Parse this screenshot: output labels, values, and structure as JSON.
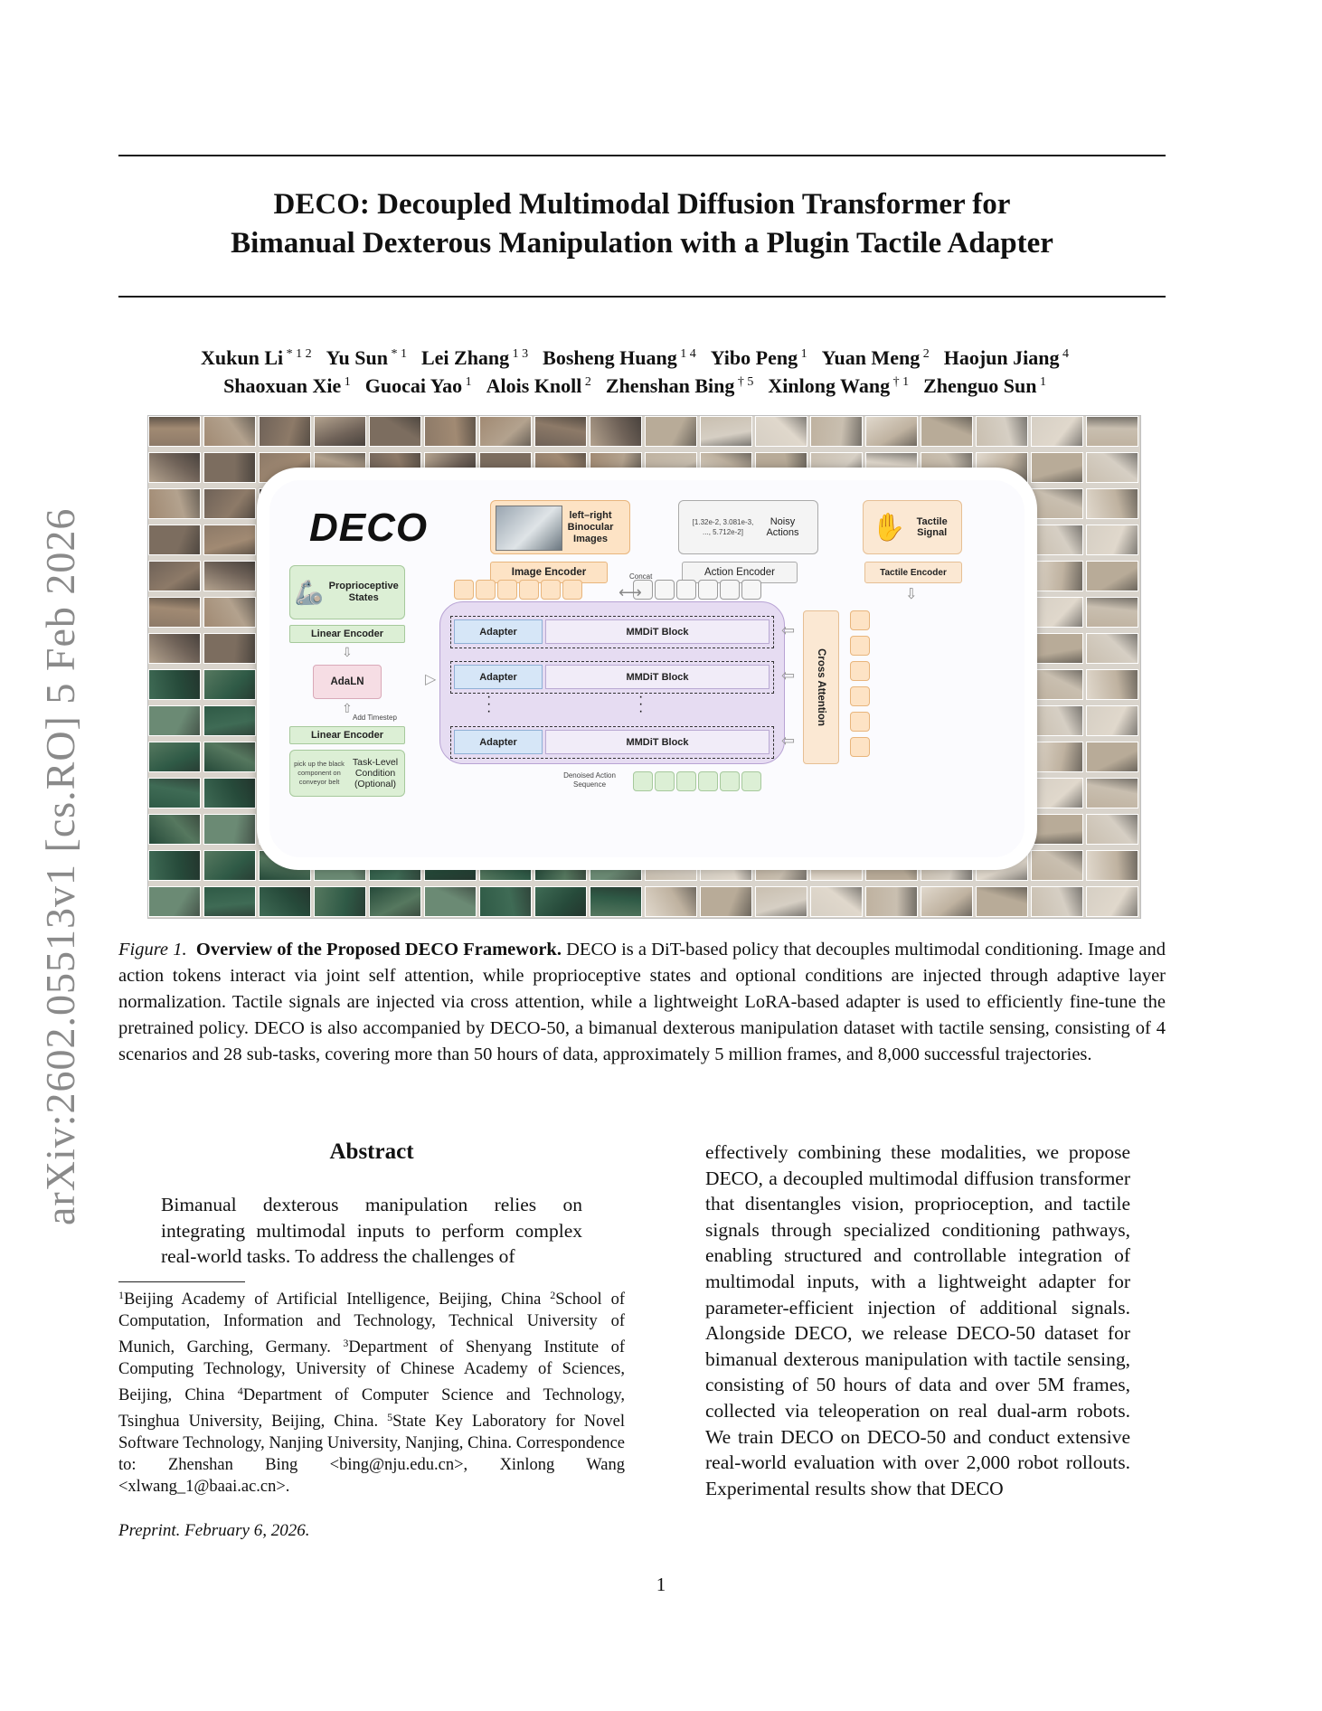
{
  "side_identifier": "arXiv:2602.05513v1  [cs.RO]  5 Feb 2026",
  "title": {
    "line1": "DECO: Decoupled Multimodal Diffusion Transformer for",
    "line2": "Bimanual Dexterous Manipulation with a Plugin Tactile Adapter"
  },
  "authors": {
    "row1": [
      {
        "name": "Xukun Li",
        "aff": "* 1 2"
      },
      {
        "name": "Yu Sun",
        "aff": "* 1"
      },
      {
        "name": "Lei Zhang",
        "aff": "1 3"
      },
      {
        "name": "Bosheng Huang",
        "aff": "1 4"
      },
      {
        "name": "Yibo Peng",
        "aff": "1"
      },
      {
        "name": "Yuan Meng",
        "aff": "2"
      },
      {
        "name": "Haojun Jiang",
        "aff": "4"
      }
    ],
    "row2": [
      {
        "name": "Shaoxuan Xie",
        "aff": "1"
      },
      {
        "name": "Guocai Yao",
        "aff": "1"
      },
      {
        "name": "Alois Knoll",
        "aff": "2"
      },
      {
        "name": "Zhenshan Bing",
        "aff": "† 5"
      },
      {
        "name": "Xinlong Wang",
        "aff": "† 1"
      },
      {
        "name": "Zhenguo Sun",
        "aff": "1"
      }
    ]
  },
  "figure": {
    "logo": "DECO",
    "binocular": "left–right Binocular Images",
    "noisy_vals": "[1.32e-2, 3.081e-3, ..., 5.712e-2]",
    "noisy_label": "Noisy Actions",
    "tactile_label": "Tactile Signal",
    "image_encoder": "Image Encoder",
    "action_encoder": "Action Encoder",
    "tactile_encoder": "Tactile Encoder",
    "concat": "Concat",
    "proprio": "Proprioceptive States",
    "linear_encoder_1": "Linear Encoder",
    "adaln": "AdaLN",
    "add_timestep": "Add Timestep",
    "linear_encoder_2": "Linear Encoder",
    "task_example": "pick up the black component on conveyor belt",
    "task_label": "Task-Level Condition (Optional)",
    "adapter": "Adapter",
    "mmdit": "MMDiT Block",
    "cross_attention": "Cross Attention",
    "denoised": "Denoised Action Sequence"
  },
  "caption": {
    "label": "Figure 1.",
    "heading": "Overview of the Proposed DECO Framework.",
    "text": "DECO is a DiT-based policy that decouples multimodal conditioning. Image and action tokens interact via joint self attention, while proprioceptive states and optional conditions are injected through adaptive layer normalization. Tactile signals are injected via cross attention, while a lightweight LoRA-based adapter is used to efficiently fine-tune the pretrained policy. DECO is also accompanied by DECO-50, a bimanual dexterous manipulation dataset with tactile sensing, consisting of 4 scenarios and 28 sub-tasks, covering more than 50 hours of data, approximately 5 million frames, and 8,000 successful trajectories."
  },
  "abstract": {
    "heading": "Abstract",
    "left": "Bimanual dexterous manipulation relies on integrating multimodal inputs to perform complex real-world tasks. To address the challenges of",
    "right": "effectively combining these modalities, we propose DECO, a decoupled multimodal diffusion transformer that disentangles vision, proprioception, and tactile signals through specialized conditioning pathways, enabling structured and controllable integration of multimodal inputs, with a lightweight adapter for parameter-efficient injection of additional signals. Alongside DECO, we release DECO-50 dataset for bimanual dexterous manipulation with tactile sensing, consisting of 50 hours of data and over 5M frames, collected via teleoperation on real dual-arm robots. We train DECO on DECO-50 and conduct extensive real-world evaluation with over 2,000 robot rollouts. Experimental results show that DECO"
  },
  "footnotes": [
    {
      "sup": "1",
      "text": "Beijing Academy of Artificial Intelligence, Beijing, China"
    },
    {
      "sup": "2",
      "text": "School of Computation, Information and Technology, Technical University of Munich, Garching, Germany."
    },
    {
      "sup": "3",
      "text": "Department of Shenyang Institute of Computing Technology, University of Chinese Academy of Sciences, Beijing, China"
    },
    {
      "sup": "4",
      "text": "Department of Computer Science and Technology, Tsinghua University, Beijing, China."
    },
    {
      "sup": "5",
      "text": "State Key Laboratory for Novel Software Technology, Nanjing University, Nanjing, China."
    }
  ],
  "correspondence": "Correspondence to: Zhenshan Bing <bing@nju.edu.cn>, Xinlong Wang <xlwang_1@baai.ac.cn>.",
  "preprint": "Preprint. February 6, 2026.",
  "page_number": "1"
}
